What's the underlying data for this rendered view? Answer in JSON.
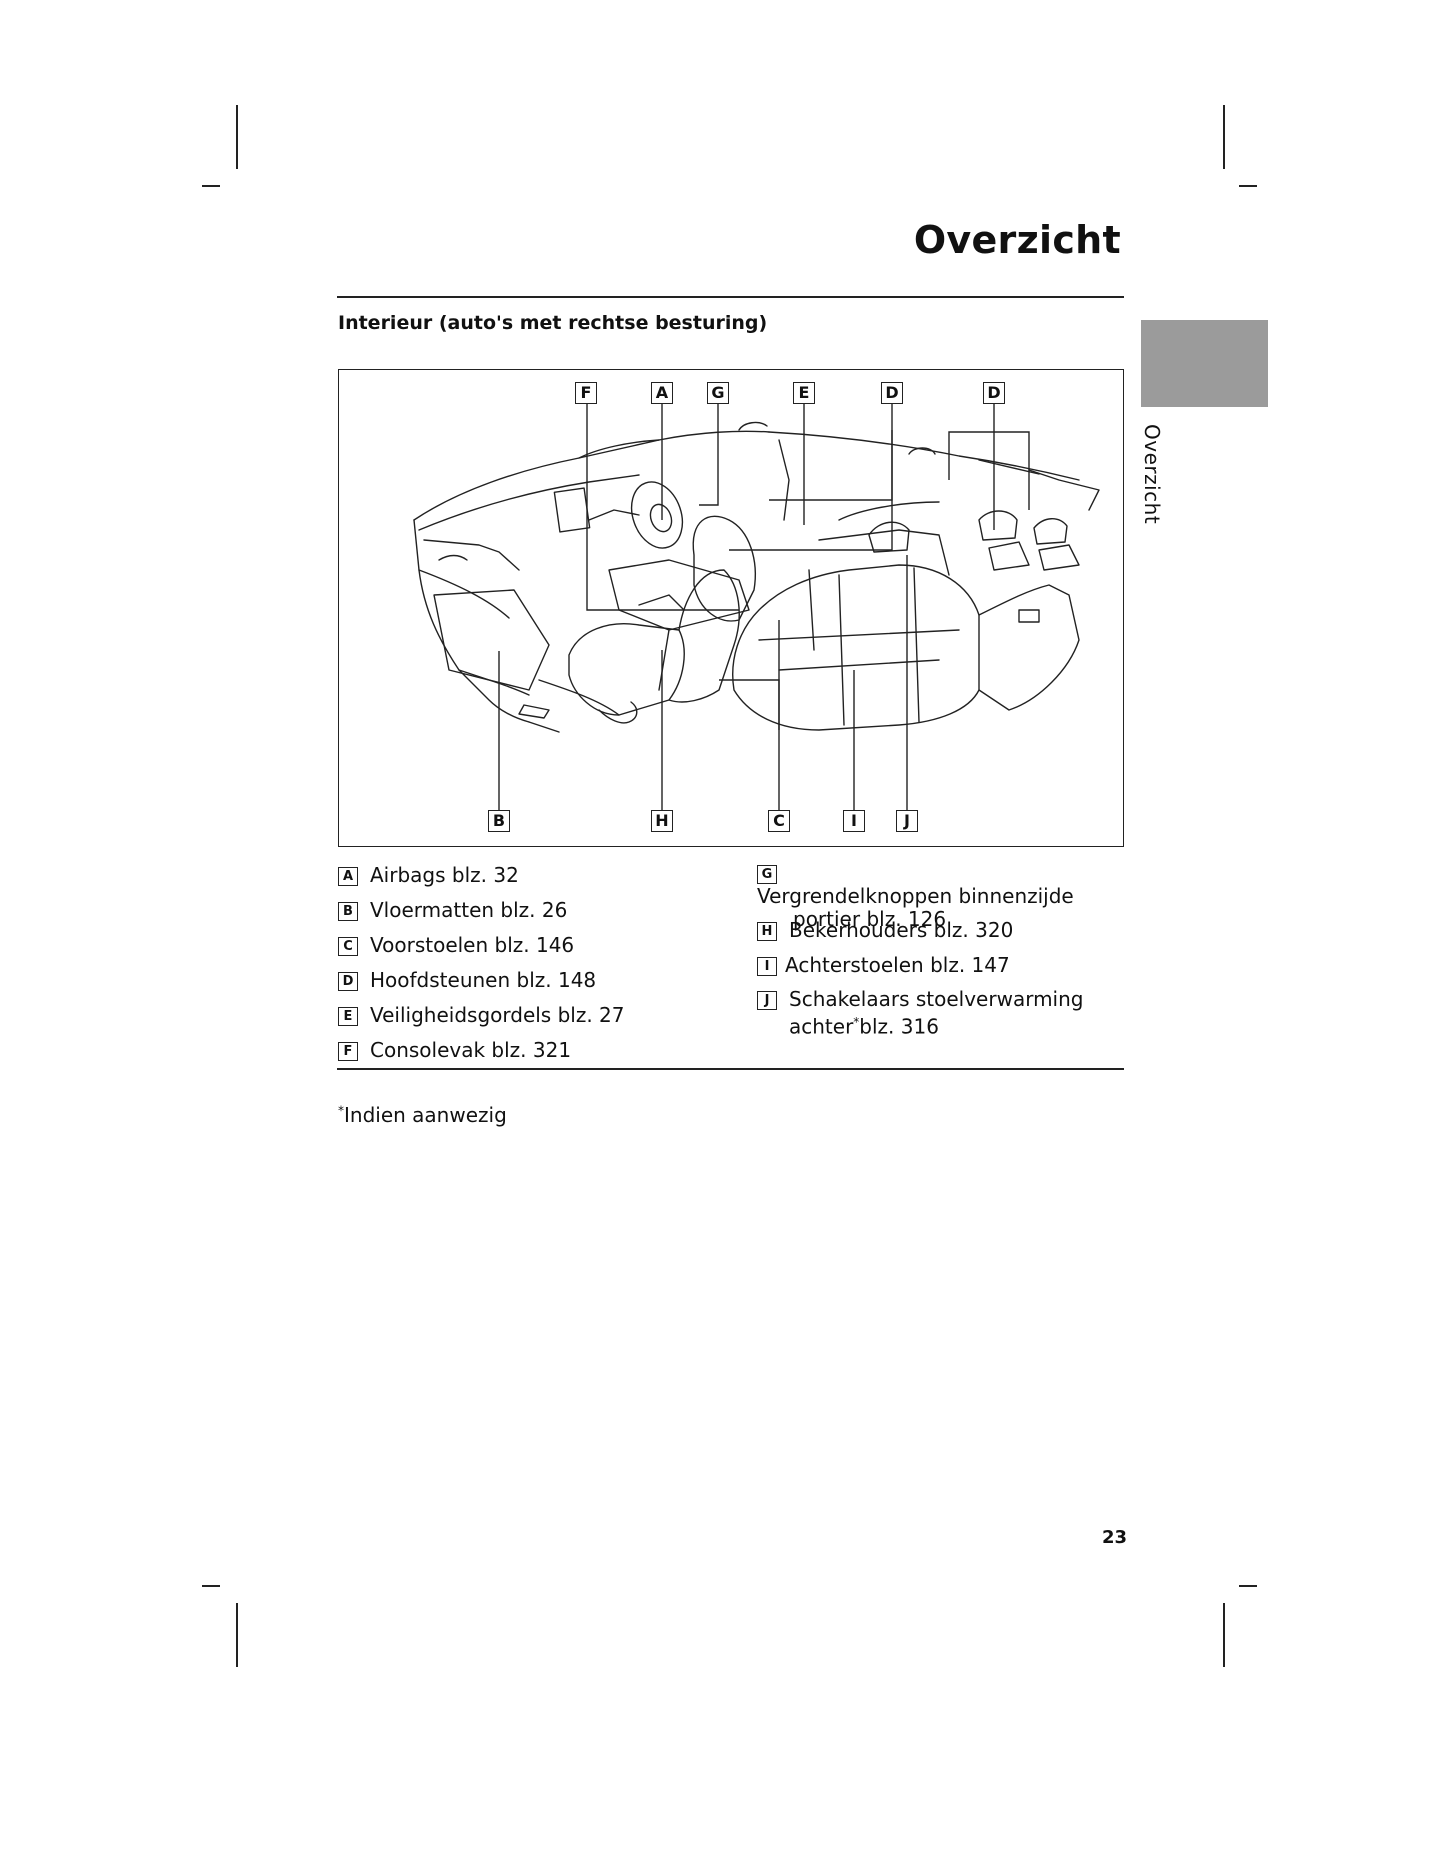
{
  "chapter_title": "Overzicht",
  "section_heading": "Interieur (auto's met rechtse besturing)",
  "side_tab_label": "Overzicht",
  "diagram": {
    "callouts_top": [
      "F",
      "A",
      "G",
      "E",
      "D",
      "D"
    ],
    "callouts_bottom": [
      "B",
      "H",
      "C",
      "I",
      "J"
    ]
  },
  "legend": {
    "left": [
      {
        "key": "A",
        "text": "Airbags blz. 32"
      },
      {
        "key": "B",
        "text": "Vloermatten blz. 26"
      },
      {
        "key": "C",
        "text": "Voorstoelen blz. 146"
      },
      {
        "key": "D",
        "text": "Hoofdsteunen blz. 148"
      },
      {
        "key": "E",
        "text": "Veiligheidsgordels blz. 27"
      },
      {
        "key": "F",
        "text": "Consolevak blz. 321"
      }
    ],
    "right": [
      {
        "key": "G",
        "text": "Vergrendelknoppen binnenzijde",
        "text2": "portier blz. 126"
      },
      {
        "key": "H",
        "text": "Bekerhouders blz. 320"
      },
      {
        "key": "I",
        "text": "Achterstoelen blz. 147"
      },
      {
        "key": "J",
        "text": "Schakelaars stoelverwarming",
        "text2a": "achter",
        "text2sup": "*",
        "text2b": "blz. 316"
      }
    ]
  },
  "footnote": {
    "mark": "*",
    "text": "Indien aanwezig"
  },
  "page_number": "23"
}
